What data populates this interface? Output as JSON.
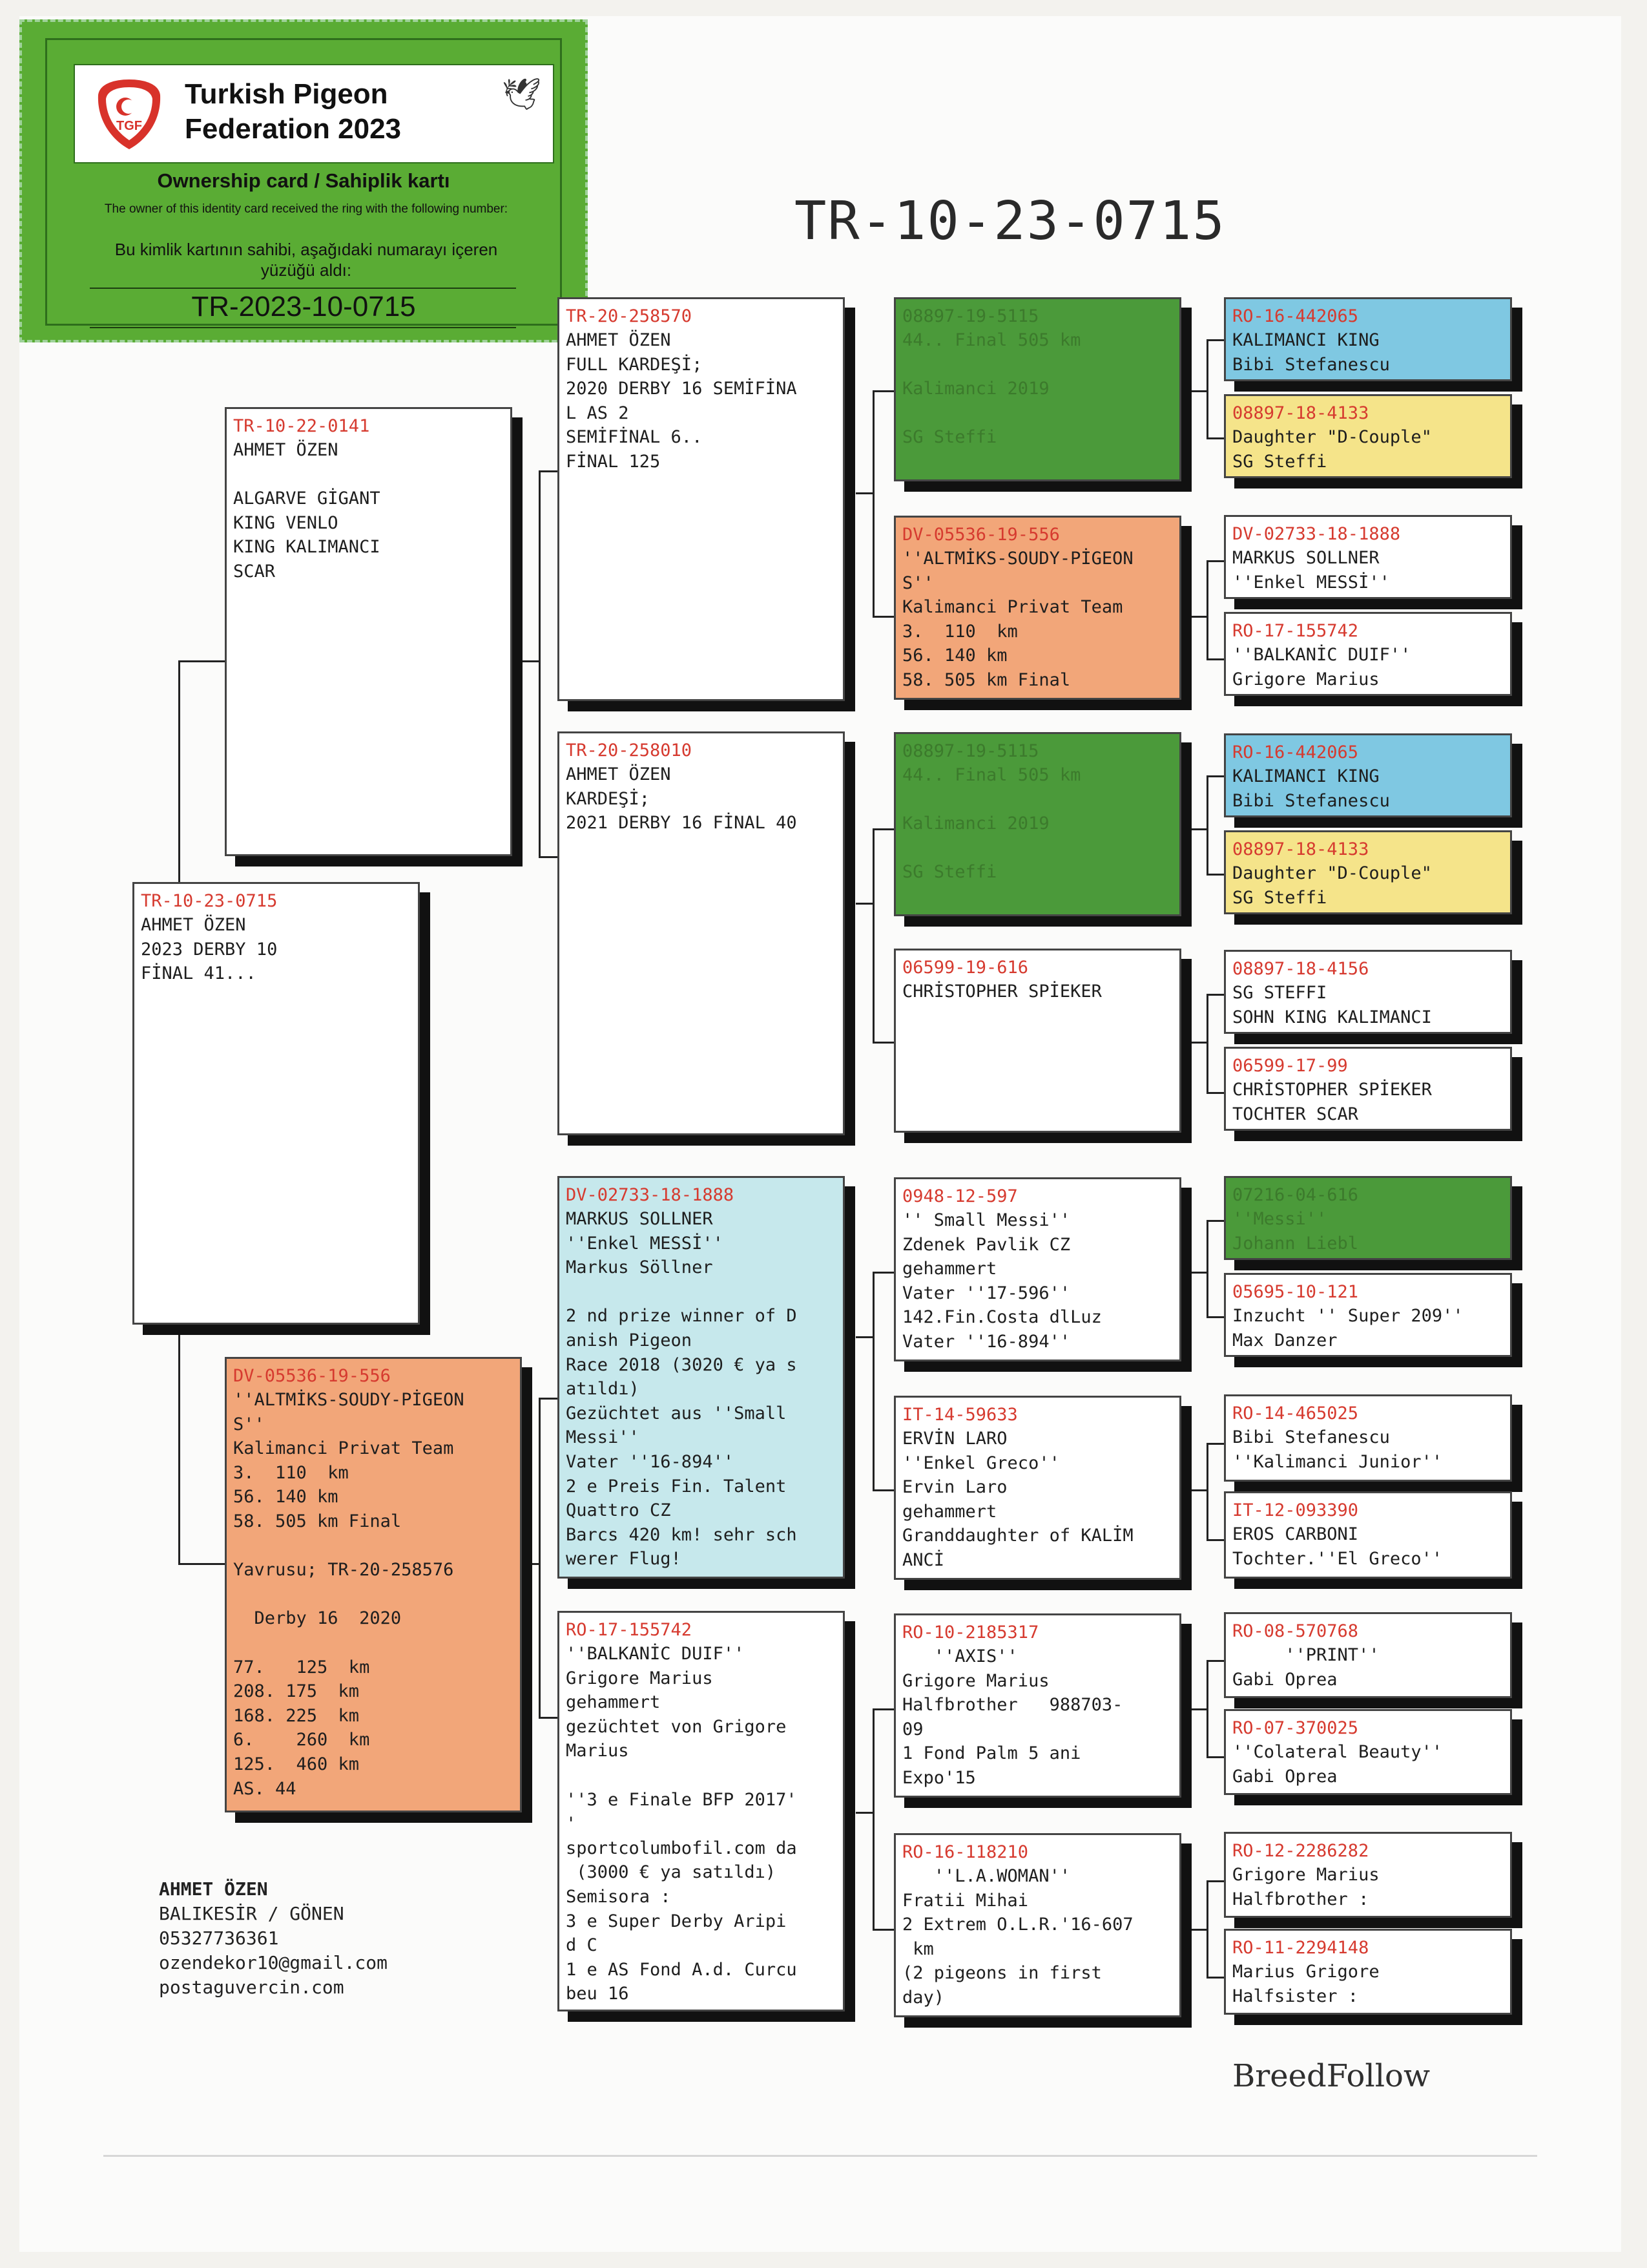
{
  "title": "TR-10-23-0715",
  "card": {
    "org_line1": "Turkish Pigeon",
    "org_line2": "Federation 2023",
    "logo_text": "TGF",
    "heading": "Ownership card / Sahiplik kartı",
    "en_text": "The owner of this identity card received the ring with the following number:",
    "tr_text": "Bu kimlik kartının sahibi, aşağıdaki numarayı içeren yüzüğü aldı:",
    "ring": "TR-2023-10-0715"
  },
  "boxes": [
    {
      "color": "white",
      "ring": "TR-10-23-0715",
      "lines": [
        "AHMET ÖZEN",
        "2023 DERBY 10",
        "FİNAL 41..."
      ]
    },
    {
      "color": "white",
      "ring": "TR-10-22-0141",
      "lines": [
        "AHMET ÖZEN",
        "",
        "ALGARVE GİGANT",
        "KING VENLO",
        "KING KALIMANCI",
        "SCAR"
      ]
    },
    {
      "color": "orange",
      "ring": "DV-05536-19-556",
      "lines": [
        "''ALTMİKS-SOUDY-PİGEON",
        "S''",
        "Kalimanci Privat Team",
        "3.  110  km",
        "56. 140 km",
        "58. 505 km Final",
        "",
        "Yavrusu; TR-20-258576",
        "",
        "  Derby 16  2020",
        "",
        "77.   125  km",
        "208. 175  km",
        "168. 225  km",
        "6.    260  km",
        "125.  460 km",
        "AS. 44"
      ]
    },
    {
      "color": "white",
      "ring": "TR-20-258570",
      "lines": [
        "AHMET ÖZEN",
        "FULL KARDEŞİ;",
        "2020 DERBY 16 SEMİFİNA",
        "L AS 2",
        "SEMİFİNAL 6..",
        "FİNAL 125"
      ]
    },
    {
      "color": "white",
      "ring": "TR-20-258010",
      "lines": [
        "AHMET ÖZEN",
        "KARDEŞİ;",
        "2021 DERBY 16 FİNAL 40"
      ]
    },
    {
      "color": "cyan",
      "ring": "DV-02733-18-1888",
      "lines": [
        "MARKUS SOLLNER",
        "''Enkel MESSİ''",
        "Markus Söllner",
        "",
        "2 nd prize winner of D",
        "anish Pigeon",
        "Race 2018 (3020 € ya s",
        "atıldı)",
        "Gezüchtet aus ''Small",
        "Messi''",
        "Vater ''16-894''",
        "2 e Preis Fin. Talent",
        "Quattro CZ",
        "Barcs 420 km! sehr sch",
        "werer Flug!"
      ]
    },
    {
      "color": "white",
      "ring": "RO-17-155742",
      "lines": [
        "''BALKANİC DUIF''",
        "Grigore Marius",
        "gehammert",
        "gezüchtet von Grigore",
        "Marius",
        "",
        "''3 e Finale BFP 2017'",
        "'",
        "sportcolumbofil.com da",
        " (3000 € ya satıldı)",
        "Semisora :",
        "3 e Super Derby Aripi",
        "d C",
        "1 e AS Fond A.d. Curcu",
        "beu 16"
      ]
    },
    {
      "color": "green",
      "ring": "08897-19-5115",
      "lines": [
        "44.. Final 505 km",
        "",
        "Kalimanci 2019",
        "",
        "SG Steffi"
      ]
    },
    {
      "color": "orange",
      "ring": "DV-05536-19-556",
      "lines": [
        "''ALTMİKS-SOUDY-PİGEON",
        "S''",
        "Kalimanci Privat Team",
        "3.  110  km",
        "56. 140 km",
        "58. 505 km Final"
      ]
    },
    {
      "color": "green",
      "ring": "08897-19-5115",
      "lines": [
        "44.. Final 505 km",
        "",
        "Kalimanci 2019",
        "",
        "SG Steffi"
      ]
    },
    {
      "color": "white",
      "ring": "06599-19-616",
      "lines": [
        "CHRİSTOPHER SPİEKER"
      ]
    },
    {
      "color": "white",
      "ring": "0948-12-597",
      "lines": [
        "'' Small Messi''",
        "Zdenek Pavlik CZ",
        "gehammert",
        "Vater ''17-596''",
        "142.Fin.Costa dlLuz",
        "Vater ''16-894''"
      ]
    },
    {
      "color": "white",
      "ring": "IT-14-59633",
      "lines": [
        "ERVİN LARO",
        "''Enkel Greco''",
        "Ervin Laro",
        "gehammert",
        "Granddaughter of KALİM",
        "ANCİ"
      ]
    },
    {
      "color": "white",
      "ring": "RO-10-2185317",
      "lines": [
        "   ''AXIS''",
        "Grigore Marius",
        "Halfbrother   988703-",
        "09",
        "1 Fond Palm 5 ani",
        "Expo'15"
      ]
    },
    {
      "color": "white",
      "ring": "RO-16-118210",
      "lines": [
        "   ''L.A.WOMAN''",
        "Fratii Mihai",
        "2 Extrem O.L.R.'16-607",
        " km",
        "(2 pigeons in first",
        "day)"
      ]
    },
    {
      "color": "blue",
      "ring": "RO-16-442065",
      "lines": [
        "KALIMANCI KING",
        "Bibi Stefanescu"
      ]
    },
    {
      "color": "yellow",
      "ring": "08897-18-4133",
      "lines": [
        "Daughter \"D-Couple\"",
        "SG Steffi"
      ]
    },
    {
      "color": "white",
      "ring": "DV-02733-18-1888",
      "lines": [
        "MARKUS SOLLNER",
        "''Enkel MESSİ''"
      ]
    },
    {
      "color": "white",
      "ring": "RO-17-155742",
      "lines": [
        "''BALKANİC DUIF''",
        "Grigore Marius"
      ]
    },
    {
      "color": "blue",
      "ring": "RO-16-442065",
      "lines": [
        "KALIMANCI KING",
        "Bibi Stefanescu"
      ]
    },
    {
      "color": "yellow",
      "ring": "08897-18-4133",
      "lines": [
        "Daughter \"D-Couple\"",
        "SG Steffi"
      ]
    },
    {
      "color": "white",
      "ring": "08897-18-4156",
      "lines": [
        "SG STEFFI",
        "SOHN KING KALIMANCI"
      ]
    },
    {
      "color": "white",
      "ring": "06599-17-99",
      "lines": [
        "CHRİSTOPHER SPİEKER",
        "TOCHTER SCAR"
      ]
    },
    {
      "color": "green",
      "ring": "07216-04-616",
      "lines": [
        "''Messi''",
        "Johann Liebl"
      ]
    },
    {
      "color": "white",
      "ring": "05695-10-121",
      "lines": [
        "Inzucht '' Super 209''",
        "Max Danzer"
      ]
    },
    {
      "color": "white",
      "ring": "RO-14-465025",
      "lines": [
        "Bibi Stefanescu",
        "''Kalimanci Junior''"
      ]
    },
    {
      "color": "white",
      "ring": "IT-12-093390",
      "lines": [
        "EROS CARBONI",
        "Tochter.''El Greco''"
      ]
    },
    {
      "color": "white",
      "ring": "RO-08-570768",
      "lines": [
        "     ''PRINT''",
        "Gabi Oprea"
      ]
    },
    {
      "color": "white",
      "ring": "RO-07-370025",
      "lines": [
        "''Colateral Beauty''",
        "Gabi Oprea"
      ]
    },
    {
      "color": "white",
      "ring": "RO-12-2286282",
      "lines": [
        "Grigore Marius",
        "Halfbrother :"
      ]
    },
    {
      "color": "white",
      "ring": "RO-11-2294148",
      "lines": [
        "Marius Grigore",
        "Halfsister :"
      ]
    }
  ],
  "contact": {
    "name": "AHMET ÖZEN",
    "location": "BALIKESİR / GÖNEN",
    "phone": "05327736361",
    "email": "ozendekor10@gmail.com",
    "website": "postaguvercin.com"
  },
  "brand": "BreedFollow",
  "colors": {
    "ring_red": "#d63a2f",
    "green": "#4b9a3a",
    "orange": "#f2a679",
    "blue": "#7fc8e2",
    "yellow": "#f5e48a",
    "cyan": "#c6e8ec",
    "card_green": "#5aac34"
  }
}
